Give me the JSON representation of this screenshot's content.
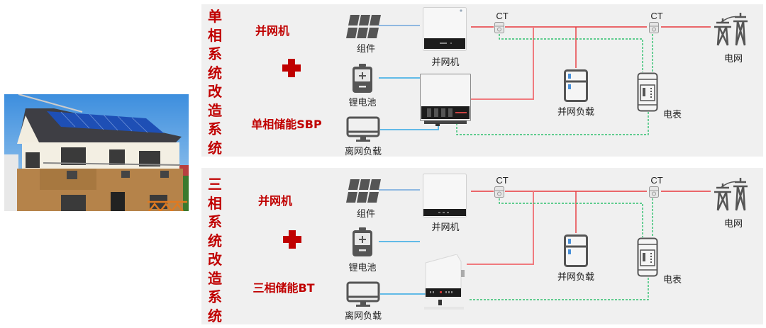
{
  "house_image": {
    "alt": "House with rooftop solar panels"
  },
  "colors": {
    "accent_red": "#c00000",
    "ac_line": "#e8383d",
    "dc_line": "#4db3e6",
    "comm_line": "#2fbf6e",
    "icon_gray": "#555555"
  },
  "panels": [
    {
      "vertical_title": "单相系统改造系统",
      "grid_inverter_label": "并网机",
      "plus": "+",
      "storage_label": "单相储能SBP",
      "nodes": {
        "pv": "组件",
        "inverter": "并网机",
        "battery": "锂电池",
        "offgrid_load": "离网负载",
        "ct1": "CT",
        "ct2": "CT",
        "grid_load": "并网负载",
        "meter": "电表",
        "grid": "电网"
      }
    },
    {
      "vertical_title": "三相系统改造系统",
      "grid_inverter_label": "并网机",
      "plus": "+",
      "storage_label": "三相储能BT",
      "nodes": {
        "pv": "组件",
        "inverter": "并网机",
        "battery": "锂电池",
        "offgrid_load": "离网负载",
        "ct1": "CT",
        "ct2": "CT",
        "grid_load": "并网负载",
        "meter": "电表",
        "grid": "电网"
      }
    }
  ]
}
